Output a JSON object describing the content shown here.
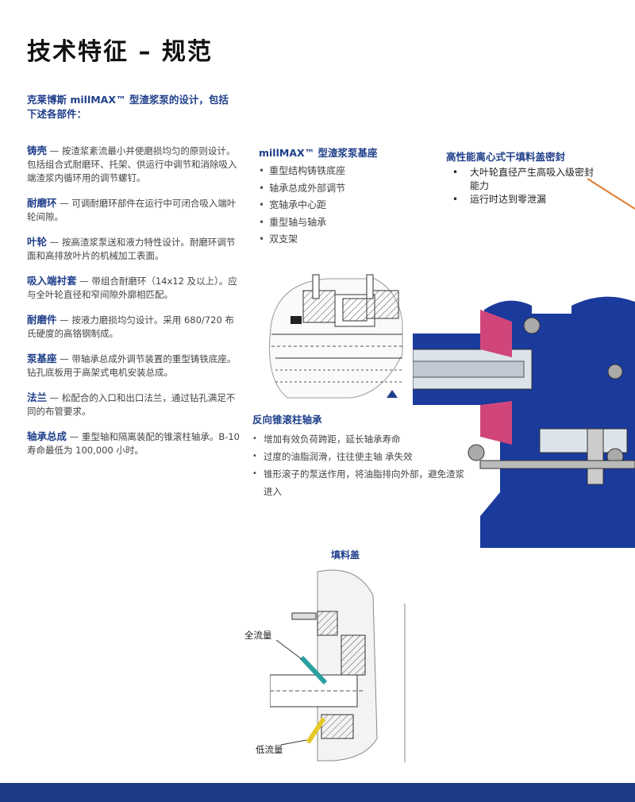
{
  "page": {
    "title": "技术特征 – 规范",
    "intro": "克莱博斯 millMAX™ 型渣浆泵的设计，包括下述各部件："
  },
  "sections": [
    {
      "term": "铸壳",
      "text": " — 按渣浆紊流最小并使磨损均匀的原则设计。包括组合式耐磨环、托架、供运行中调节和消除吸入端渣浆内循环用的调节螺钉。"
    },
    {
      "term": "耐磨环",
      "text": " — 可调耐磨环部件在运行中可闭合吸入端叶轮间隙。"
    },
    {
      "term": "叶轮",
      "text": " — 按高渣浆泵送和液力特性设计。耐磨环调节面和高排放叶片的机械加工表面。"
    },
    {
      "term": "吸入端衬套",
      "text": " — 带组合耐磨环（14x12 及以上）。应与全叶轮直径和窄间隙外廓相匹配。"
    },
    {
      "term": "耐磨件",
      "text": " — 按液力磨损均匀设计。采用 680/720 布氏硬度的高铬钢制成。"
    },
    {
      "term": "泵基座",
      "text": " — 带轴承总成外调节装置的重型铸铁底座。钻孔底板用于高架式电机安装总成。"
    },
    {
      "term": "法兰",
      "text": " — 松配合的入口和出口法兰，通过钻孔满足不同的布管要求。"
    },
    {
      "term": "轴承总成",
      "text": " — 重型轴和隔离装配的锥滚柱轴承。B-10 寿命最低为 100,000 小时。"
    }
  ],
  "base": {
    "title": "millMAX™ 型渣浆泵基座",
    "items": [
      "重型结构铸铁底座",
      "轴承总成外部调节",
      "宽轴承中心距",
      "重型轴与轴承",
      "双支架"
    ]
  },
  "seal": {
    "title": "高性能离心式干填料盖密封",
    "items": [
      "大叶轮直径产生高吸入级密封能力",
      "运行时达到零泄漏"
    ]
  },
  "bearing": {
    "title": "反向锥滚柱轴承",
    "items": [
      "增加有效负荷跨距，延长轴承寿命",
      "过度的油脂润滑，往往使主轴 承失效",
      "锥形滚子的泵送作用，将油脂排向外部，避免渣浆进入"
    ]
  },
  "stuffing_box": {
    "caption": "填料盖",
    "full_flow_label": "全流量",
    "low_flow_label": "低流量"
  },
  "colors": {
    "heading_blue": "#1f3f8a",
    "pump_blue": "#1a3a9c",
    "accent_orange": "#e07a2e",
    "bar_blue": "#1c3d86"
  }
}
